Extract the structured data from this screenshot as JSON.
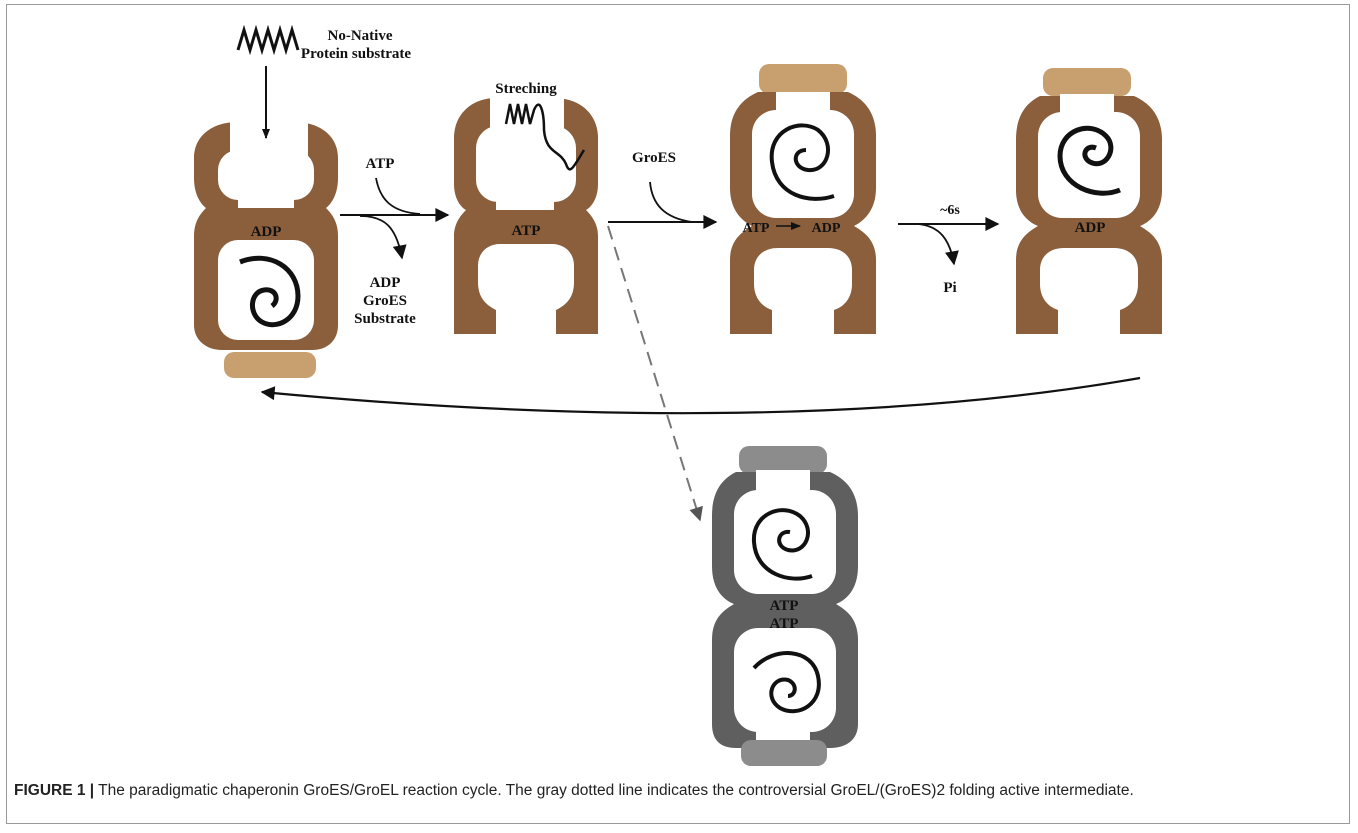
{
  "labels": {
    "substrate_line1": "No-Native",
    "substrate_line2": "Protein substrate",
    "atp_in": "ATP",
    "adp_core": "ADP",
    "released_adp": "ADP",
    "released_groes": "GroES",
    "released_substrate": "Substrate",
    "stretching": "Streching",
    "atp_core": "ATP",
    "groes_in": "GroES",
    "atp_left": "ATP",
    "adp_right": "ADP",
    "time": "~6s",
    "pi": "Pi",
    "adp_core_4": "ADP",
    "gray_atp1": "ATP",
    "gray_atp2": "ATP"
  },
  "colors": {
    "groel_ring": "#8b5e3c",
    "groes_cap": "#c8a06f",
    "gray_ring": "#5f5f5f",
    "gray_cap": "#8c8c8c",
    "ink": "#111111",
    "frame": "#9a9a9a"
  },
  "caption": {
    "prefix": "FIGURE 1 |",
    "text": " The paradigmatic chaperonin GroES/GroEL reaction cycle. The gray dotted line indicates the controversial GroEL/(GroES)2 folding active intermediate."
  }
}
